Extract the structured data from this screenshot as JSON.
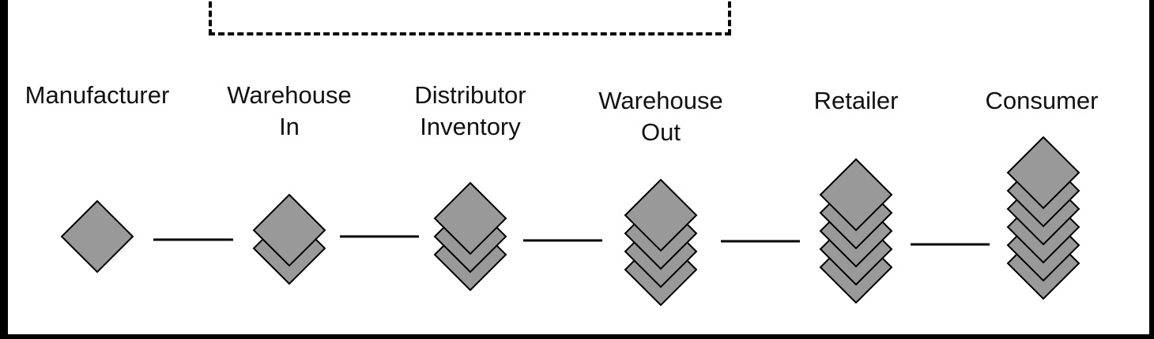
{
  "stages": [
    {
      "lines": [
        "Manufacturer"
      ],
      "stack_count": 1
    },
    {
      "lines": [
        "Warehouse",
        "In"
      ],
      "stack_count": 2
    },
    {
      "lines": [
        "Distributor",
        "Inventory"
      ],
      "stack_count": 3
    },
    {
      "lines": [
        "Warehouse",
        "Out"
      ],
      "stack_count": 4
    },
    {
      "lines": [
        "Retailer"
      ],
      "stack_count": 5
    },
    {
      "lines": [
        "Consumer"
      ],
      "stack_count": 6
    }
  ],
  "colors": {
    "diamond_fill": "#999999",
    "diamond_stroke": "#000000",
    "connector": "#000000",
    "frame": "#000000",
    "background": "#ffffff"
  }
}
